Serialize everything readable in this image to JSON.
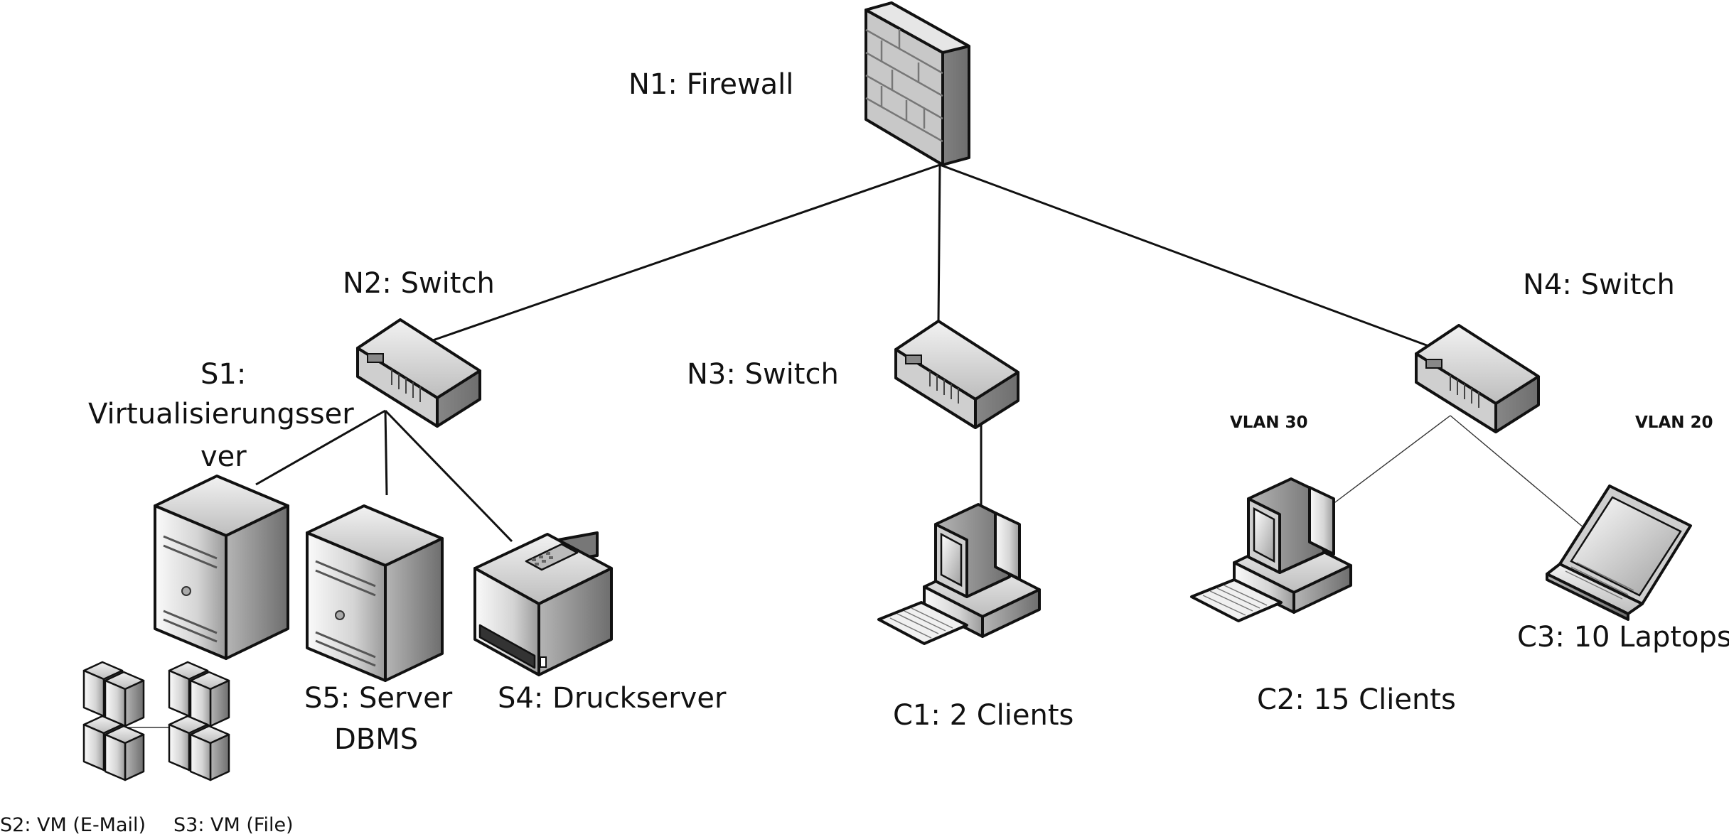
{
  "nodes": {
    "firewall": {
      "label": "N1: Firewall",
      "icon": "firewall-icon"
    },
    "switch_n2": {
      "label": "N2: Switch",
      "icon": "switch-icon"
    },
    "switch_n3": {
      "label": "N3: Switch",
      "icon": "switch-icon"
    },
    "switch_n4": {
      "label": "N4: Switch",
      "icon": "switch-icon"
    },
    "server_s1": {
      "label_line1": "S1:",
      "label_line2": "Virtualisierungsser",
      "label_line3": "ver",
      "icon": "tower-server-icon"
    },
    "vm_s2": {
      "label": "S2: VM (E-Mail)",
      "icon": "server-rack-icon"
    },
    "vm_s3": {
      "label": "S3: VM (File)",
      "icon": "server-rack-icon"
    },
    "server_s5": {
      "label_line1": "S5: Server",
      "label_line2": "DBMS",
      "icon": "tower-server-icon"
    },
    "printserver_s4": {
      "label": "S4: Druckserver",
      "icon": "printer-icon"
    },
    "clients_c1": {
      "label": "C1: 2 Clients",
      "icon": "desktop-pc-icon"
    },
    "clients_c2": {
      "label": "C2: 15 Clients",
      "icon": "desktop-pc-icon"
    },
    "laptops_c3": {
      "label": "C3: 10 Laptops",
      "icon": "laptop-icon"
    }
  },
  "vlans": {
    "vlan30": "VLAN 30",
    "vlan20": "VLAN 20"
  },
  "colors": {
    "line": "#111111",
    "device_fill": "#d9d9d9",
    "device_dark": "#8a8a8a",
    "background": "#ffffff"
  }
}
